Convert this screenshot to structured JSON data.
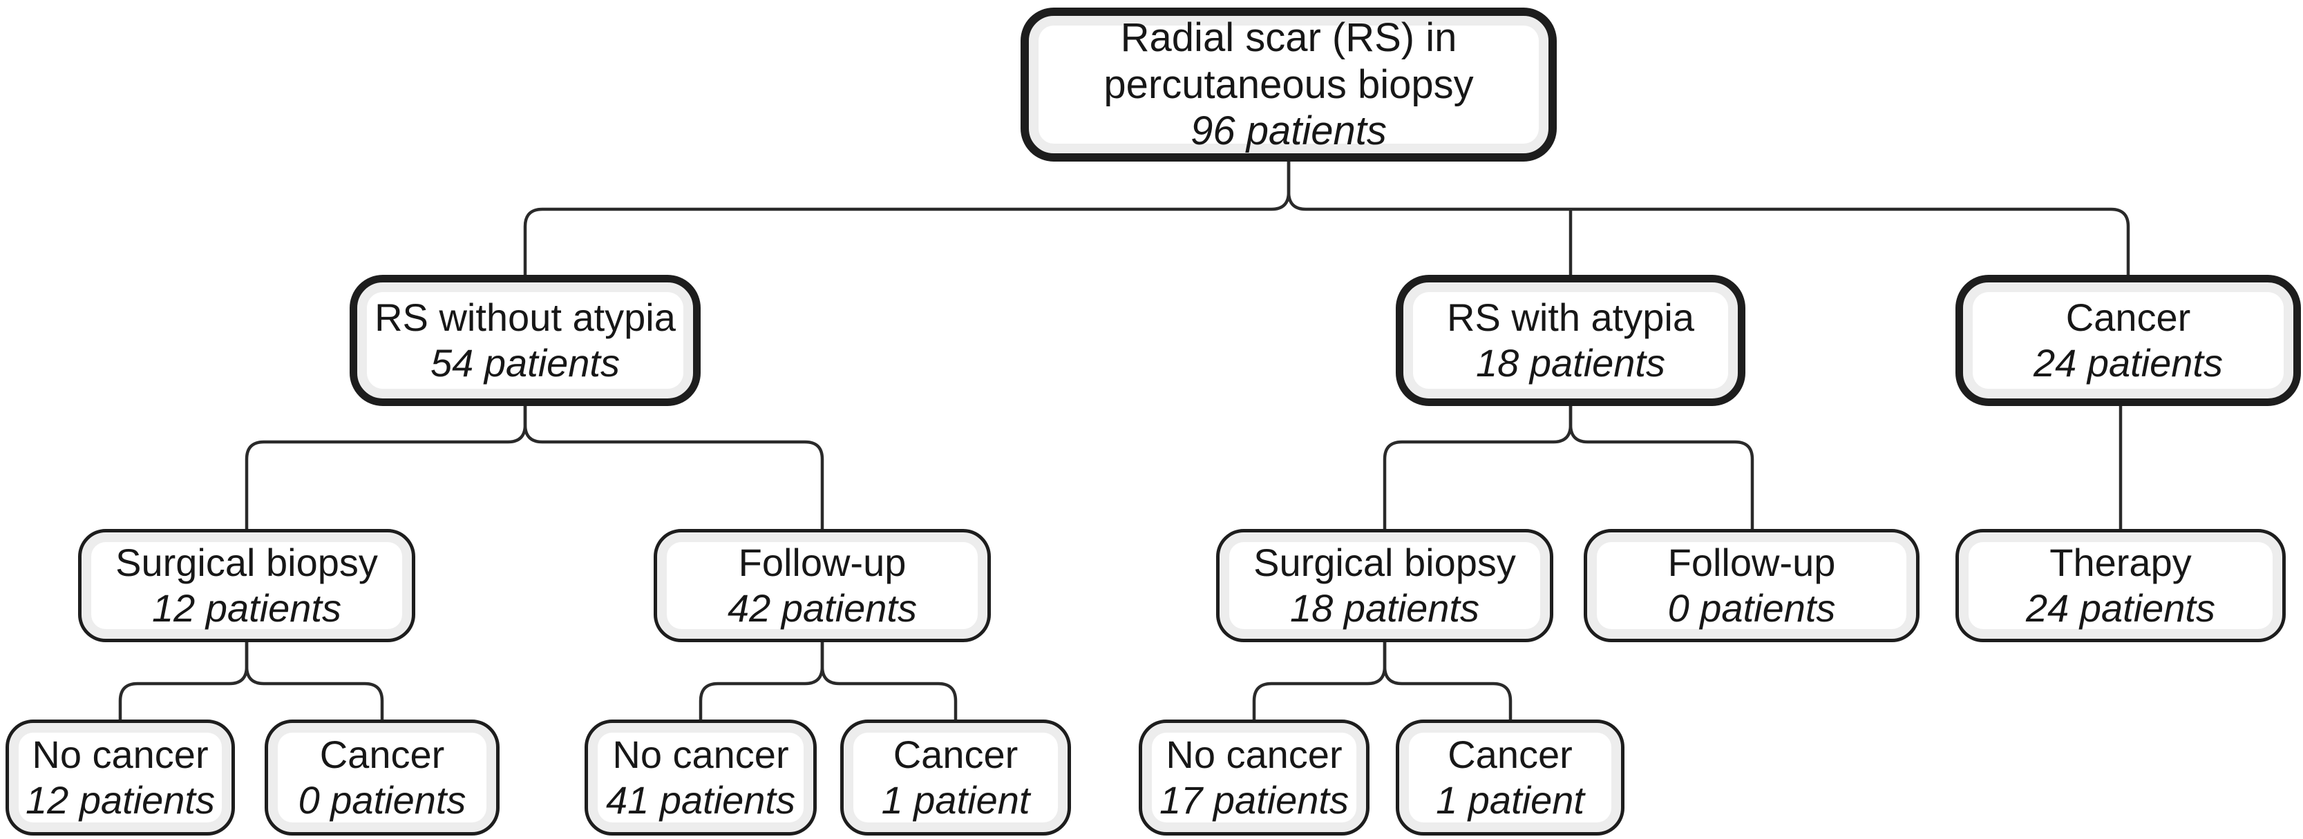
{
  "figure": {
    "type": "flowchart",
    "colors": {
      "background": "#ffffff",
      "box_fill": "#ffffff",
      "box_inner_ring": "#ededed",
      "box_border": "#1d1d1d",
      "connector": "#2a2a2a",
      "text": "#171717"
    }
  },
  "nodes": {
    "root": {
      "label": "Radial scar (RS) in percutaneous biopsy",
      "count": "96 patients"
    },
    "rs_without_atypia": {
      "label": "RS without atypia",
      "count": "54 patients"
    },
    "rs_with_atypia": {
      "label": "RS with atypia",
      "count": "18 patients"
    },
    "cancer": {
      "label": "Cancer",
      "count": "24 patients"
    },
    "surgical_biopsy_1": {
      "label": "Surgical biopsy",
      "count": "12 patients"
    },
    "follow_up_1": {
      "label": "Follow-up",
      "count": "42 patients"
    },
    "surgical_biopsy_2": {
      "label": "Surgical biopsy",
      "count": "18 patients"
    },
    "follow_up_2": {
      "label": "Follow-up",
      "count": "0 patients"
    },
    "therapy": {
      "label": "Therapy",
      "count": "24 patients"
    },
    "sb1_no_cancer": {
      "label": "No cancer",
      "count": "12 patients"
    },
    "sb1_cancer": {
      "label": "Cancer",
      "count": "0 patients"
    },
    "fu1_no_cancer": {
      "label": "No cancer",
      "count": "41 patients"
    },
    "fu1_cancer": {
      "label": "Cancer",
      "count": "1 patient"
    },
    "sb2_no_cancer": {
      "label": "No cancer",
      "count": "17 patients"
    },
    "sb2_cancer": {
      "label": "Cancer",
      "count": "1 patient"
    }
  },
  "edges": [
    {
      "from": "root",
      "to": "rs_without_atypia"
    },
    {
      "from": "root",
      "to": "rs_with_atypia"
    },
    {
      "from": "root",
      "to": "cancer"
    },
    {
      "from": "rs_without_atypia",
      "to": "surgical_biopsy_1"
    },
    {
      "from": "rs_without_atypia",
      "to": "follow_up_1"
    },
    {
      "from": "rs_with_atypia",
      "to": "surgical_biopsy_2"
    },
    {
      "from": "rs_with_atypia",
      "to": "follow_up_2"
    },
    {
      "from": "cancer",
      "to": "therapy"
    },
    {
      "from": "surgical_biopsy_1",
      "to": "sb1_no_cancer"
    },
    {
      "from": "surgical_biopsy_1",
      "to": "sb1_cancer"
    },
    {
      "from": "follow_up_1",
      "to": "fu1_no_cancer"
    },
    {
      "from": "follow_up_1",
      "to": "fu1_cancer"
    },
    {
      "from": "surgical_biopsy_2",
      "to": "sb2_no_cancer"
    },
    {
      "from": "surgical_biopsy_2",
      "to": "sb2_cancer"
    }
  ]
}
